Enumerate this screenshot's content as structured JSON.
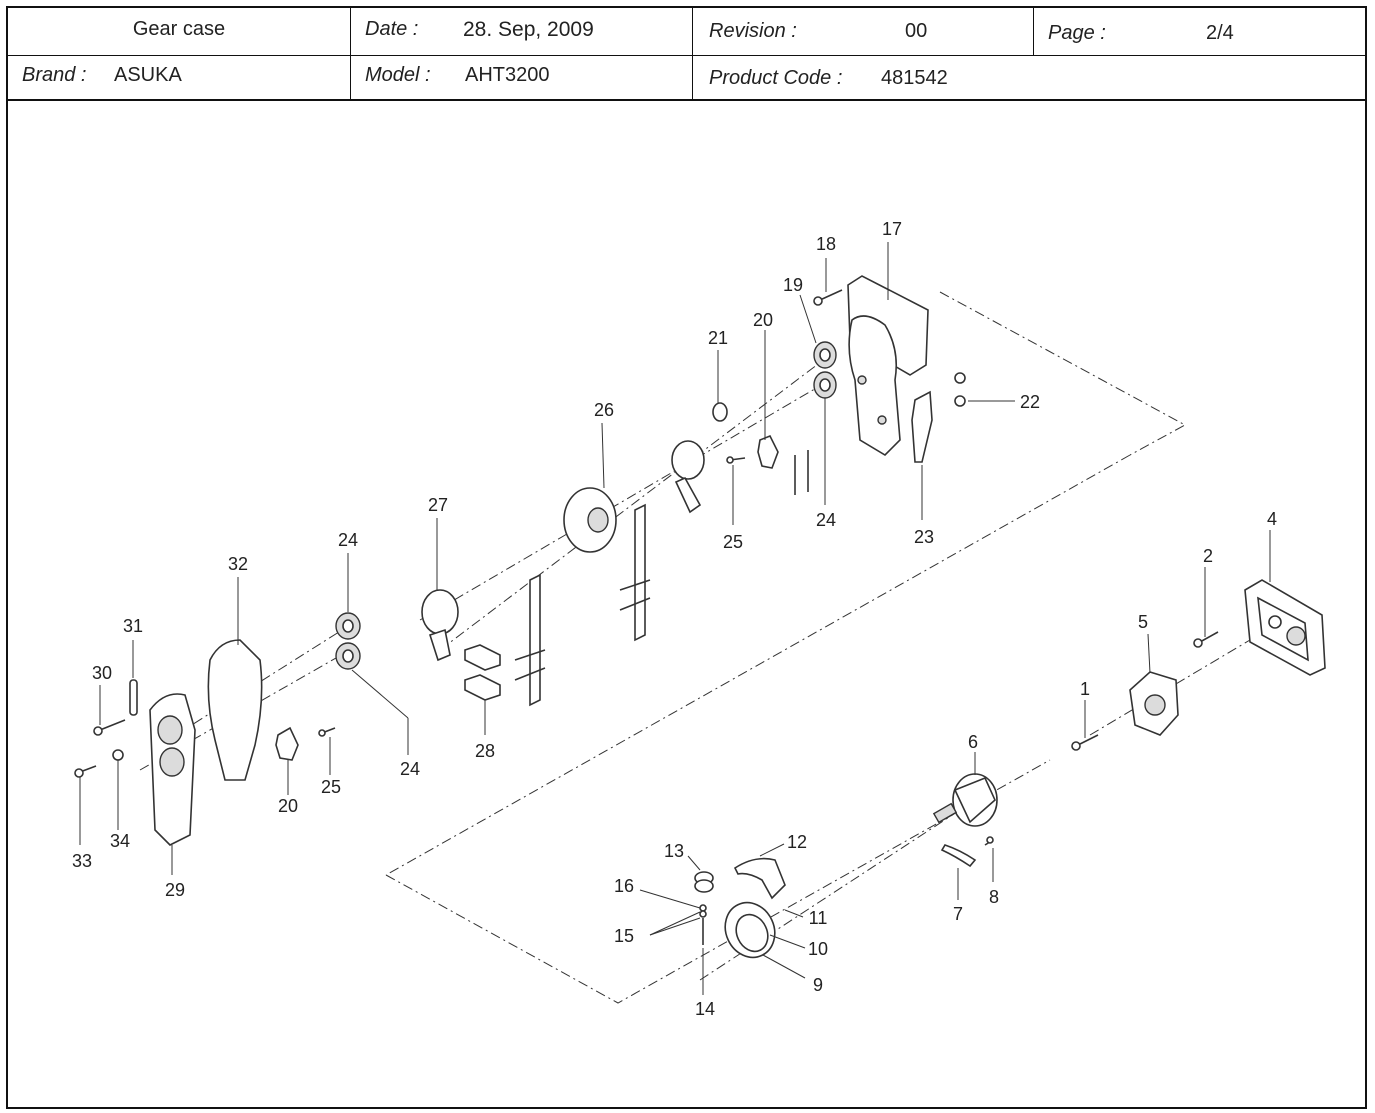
{
  "header": {
    "title": "Gear case",
    "date_label": "Date :",
    "date_value": "28.  Sep, 2009",
    "revision_label": "Revision :",
    "revision_value": "00",
    "page_label": "Page :",
    "page_value": "2/4",
    "brand_label": "Brand :",
    "brand_value": "ASUKA",
    "model_label": "Model :",
    "model_value": "AHT3200",
    "product_code_label": "Product Code :",
    "product_code_value": "481542"
  },
  "part_numbers": {
    "p1": "1",
    "p2": "2",
    "p4": "4",
    "p5": "5",
    "p6": "6",
    "p7": "7",
    "p8": "8",
    "p9": "9",
    "p10": "10",
    "p11": "11",
    "p12": "12",
    "p13": "13",
    "p14": "14",
    "p15": "15",
    "p16": "16",
    "p17": "17",
    "p18": "18",
    "p19": "19",
    "p20a": "20",
    "p20b": "20",
    "p21": "21",
    "p22": "22",
    "p23": "23",
    "p24a": "24",
    "p24b": "24",
    "p24c": "24",
    "p25a": "25",
    "p25b": "25",
    "p26": "26",
    "p27": "27",
    "p28": "28",
    "p29": "29",
    "p30": "30",
    "p31": "31",
    "p32": "32",
    "p33": "33",
    "p34": "34"
  }
}
